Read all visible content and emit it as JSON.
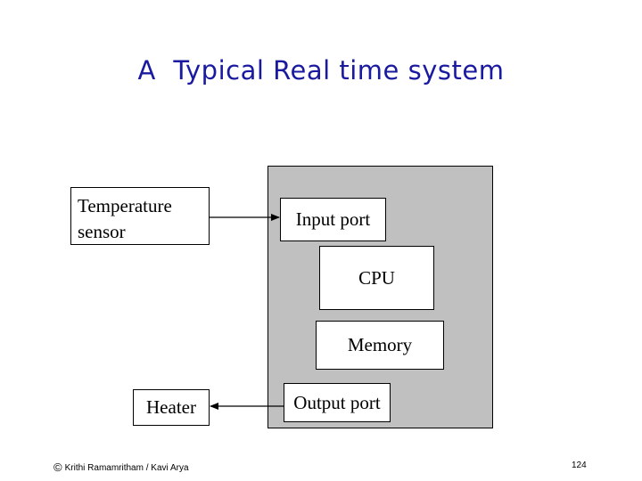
{
  "slide": {
    "title": "A  Typical Real time system",
    "footer": {
      "copyright_symbol": "©",
      "authors": "Krithi Ramamritham / Kavi Arya",
      "page_number": "124"
    }
  },
  "diagram": {
    "sensor": {
      "line1": "Temperature",
      "line2": "sensor"
    },
    "input_port": "Input port",
    "cpu": "CPU",
    "memory": "Memory",
    "output_port": "Output port",
    "heater": "Heater"
  }
}
